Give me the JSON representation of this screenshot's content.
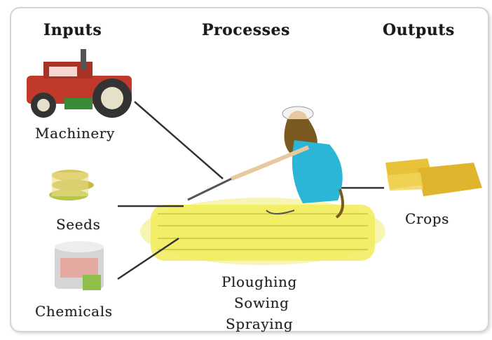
{
  "headers": {
    "inputs": "Inputs",
    "processes": "Processes",
    "outputs": "Outputs"
  },
  "inputs": {
    "machinery": "Machinery",
    "seeds": "Seeds",
    "chemicals": "Chemicals"
  },
  "processes": [
    "Ploughing",
    "Sowing",
    "Spraying"
  ],
  "outputs": {
    "crops": "Crops"
  },
  "colors": {
    "tractor": "#c0392b",
    "field": "#f2ec5a",
    "crop_bundle": "#e8c33a",
    "dress": "#2bb6d8",
    "line": "#333333"
  },
  "icons": [
    "tractor-icon",
    "seeds-icon",
    "chemicals-icon",
    "farmer-icon",
    "crops-icon",
    "field-icon"
  ]
}
